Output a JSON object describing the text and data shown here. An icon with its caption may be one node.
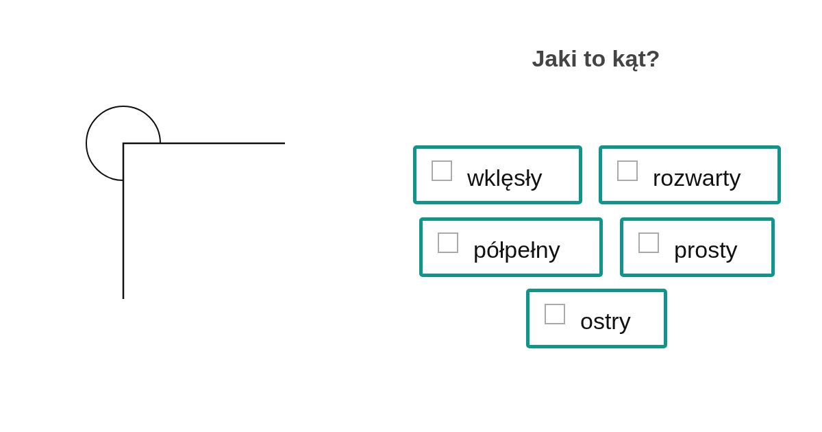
{
  "diagram": {
    "title": "Jaki to kąt?",
    "nodes": [
      {
        "text": [
          "wklęsły"
        ]
      },
      {
        "text": [
          "rozwarty"
        ]
      },
      {
        "text": [
          "półpełny"
        ]
      },
      {
        "text": [
          "prosty"
        ]
      },
      {
        "text": [
          "ostry"
        ]
      }
    ]
  }
}
